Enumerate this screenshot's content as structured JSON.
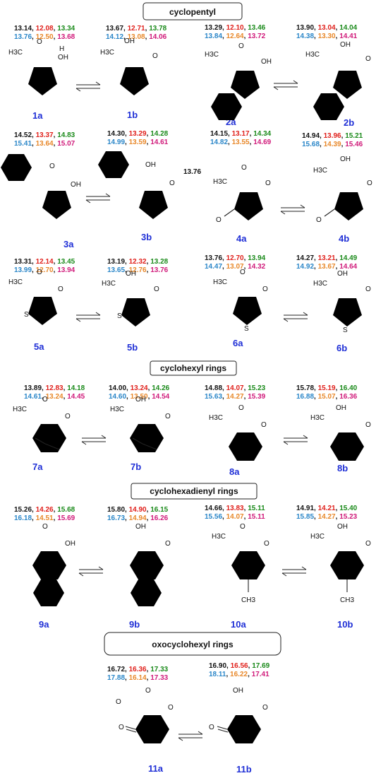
{
  "colors": {
    "c1": "#111111",
    "c2": "#e0201b",
    "c3": "#1a8a1a",
    "c4": "#2a86c8",
    "c5": "#e8882a",
    "c6": "#d01a7a",
    "label": "#1f2fd6"
  },
  "headers": {
    "cyclopentyl": "cyclopentyl",
    "cyclohexyl": "cyclohexyl rings",
    "cyclohexadienyl": "cyclohexadienyl rings",
    "oxocyclohexyl": "oxocyclohexyl rings"
  },
  "atoms": {
    "O": "O",
    "OH": "OH",
    "H": "H",
    "S": "S",
    "H3C": "H3C",
    "CH3": "CH3"
  },
  "extra_value_4a": "13.76",
  "compounds": [
    {
      "id": "1a",
      "vals": [
        "13.14",
        "12.08",
        "13.34",
        "13.76",
        "12.50",
        "13.68"
      ]
    },
    {
      "id": "1b",
      "vals": [
        "13.67",
        "12.71",
        "13.78",
        "14.12",
        "13.08",
        "14.06"
      ]
    },
    {
      "id": "2a",
      "vals": [
        "13.29",
        "12.10",
        "13.46",
        "13.84",
        "12.64",
        "13.72"
      ]
    },
    {
      "id": "2b",
      "vals": [
        "13.90",
        "13.04",
        "14.04",
        "14.38",
        "13.30",
        "14.41"
      ]
    },
    {
      "id": "3a",
      "vals": [
        "14.52",
        "13.37",
        "14.83",
        "15.41",
        "13.64",
        "15.07"
      ]
    },
    {
      "id": "3b",
      "vals": [
        "14.30",
        "13.29",
        "14.28",
        "14.99",
        "13.59",
        "14.61"
      ]
    },
    {
      "id": "4a",
      "vals": [
        "14.15",
        "13.17",
        "14.34",
        "14.82",
        "13.55",
        "14.69"
      ]
    },
    {
      "id": "4b",
      "vals": [
        "14.94",
        "13.96",
        "15.21",
        "15.68",
        "14.39",
        "15.46"
      ]
    },
    {
      "id": "5a",
      "vals": [
        "13.31",
        "12.14",
        "13.45",
        "13.99",
        "12.70",
        "13.94"
      ]
    },
    {
      "id": "5b",
      "vals": [
        "13.19",
        "12.32",
        "13.28",
        "13.65",
        "12.76",
        "13.76"
      ]
    },
    {
      "id": "6a",
      "vals": [
        "13.76",
        "12.70",
        "13.94",
        "14.47",
        "13.07",
        "14.32"
      ]
    },
    {
      "id": "6b",
      "vals": [
        "14.27",
        "13.21",
        "14.49",
        "14.92",
        "13.67",
        "14.64"
      ]
    },
    {
      "id": "7a",
      "vals": [
        "13.89",
        "12.83",
        "14.18",
        "14.61",
        "13.24",
        "14.45"
      ]
    },
    {
      "id": "7b",
      "vals": [
        "14.00",
        "13.24",
        "14.26",
        "14.60",
        "13.50",
        "14.54"
      ]
    },
    {
      "id": "8a",
      "vals": [
        "14.88",
        "14.07",
        "15.23",
        "15.63",
        "14.27",
        "15.39"
      ]
    },
    {
      "id": "8b",
      "vals": [
        "15.78",
        "15.19",
        "16.40",
        "16.88",
        "15.07",
        "16.36"
      ]
    },
    {
      "id": "9a",
      "vals": [
        "15.26",
        "14.26",
        "15.68",
        "16.18",
        "14.51",
        "15.69"
      ]
    },
    {
      "id": "9b",
      "vals": [
        "15.80",
        "14.90",
        "16.15",
        "16.73",
        "14.94",
        "16.26"
      ]
    },
    {
      "id": "10a",
      "vals": [
        "14.66",
        "13.83",
        "15.11",
        "15.56",
        "14.07",
        "15.11"
      ]
    },
    {
      "id": "10b",
      "vals": [
        "14.91",
        "14.21",
        "15.40",
        "15.85",
        "14.27",
        "15.23"
      ]
    },
    {
      "id": "11a",
      "vals": [
        "16.72",
        "16.36",
        "17.33",
        "17.88",
        "16.14",
        "17.33"
      ]
    },
    {
      "id": "11b",
      "vals": [
        "16.90",
        "16.56",
        "17.69",
        "18.11",
        "16.22",
        "17.41"
      ]
    }
  ]
}
